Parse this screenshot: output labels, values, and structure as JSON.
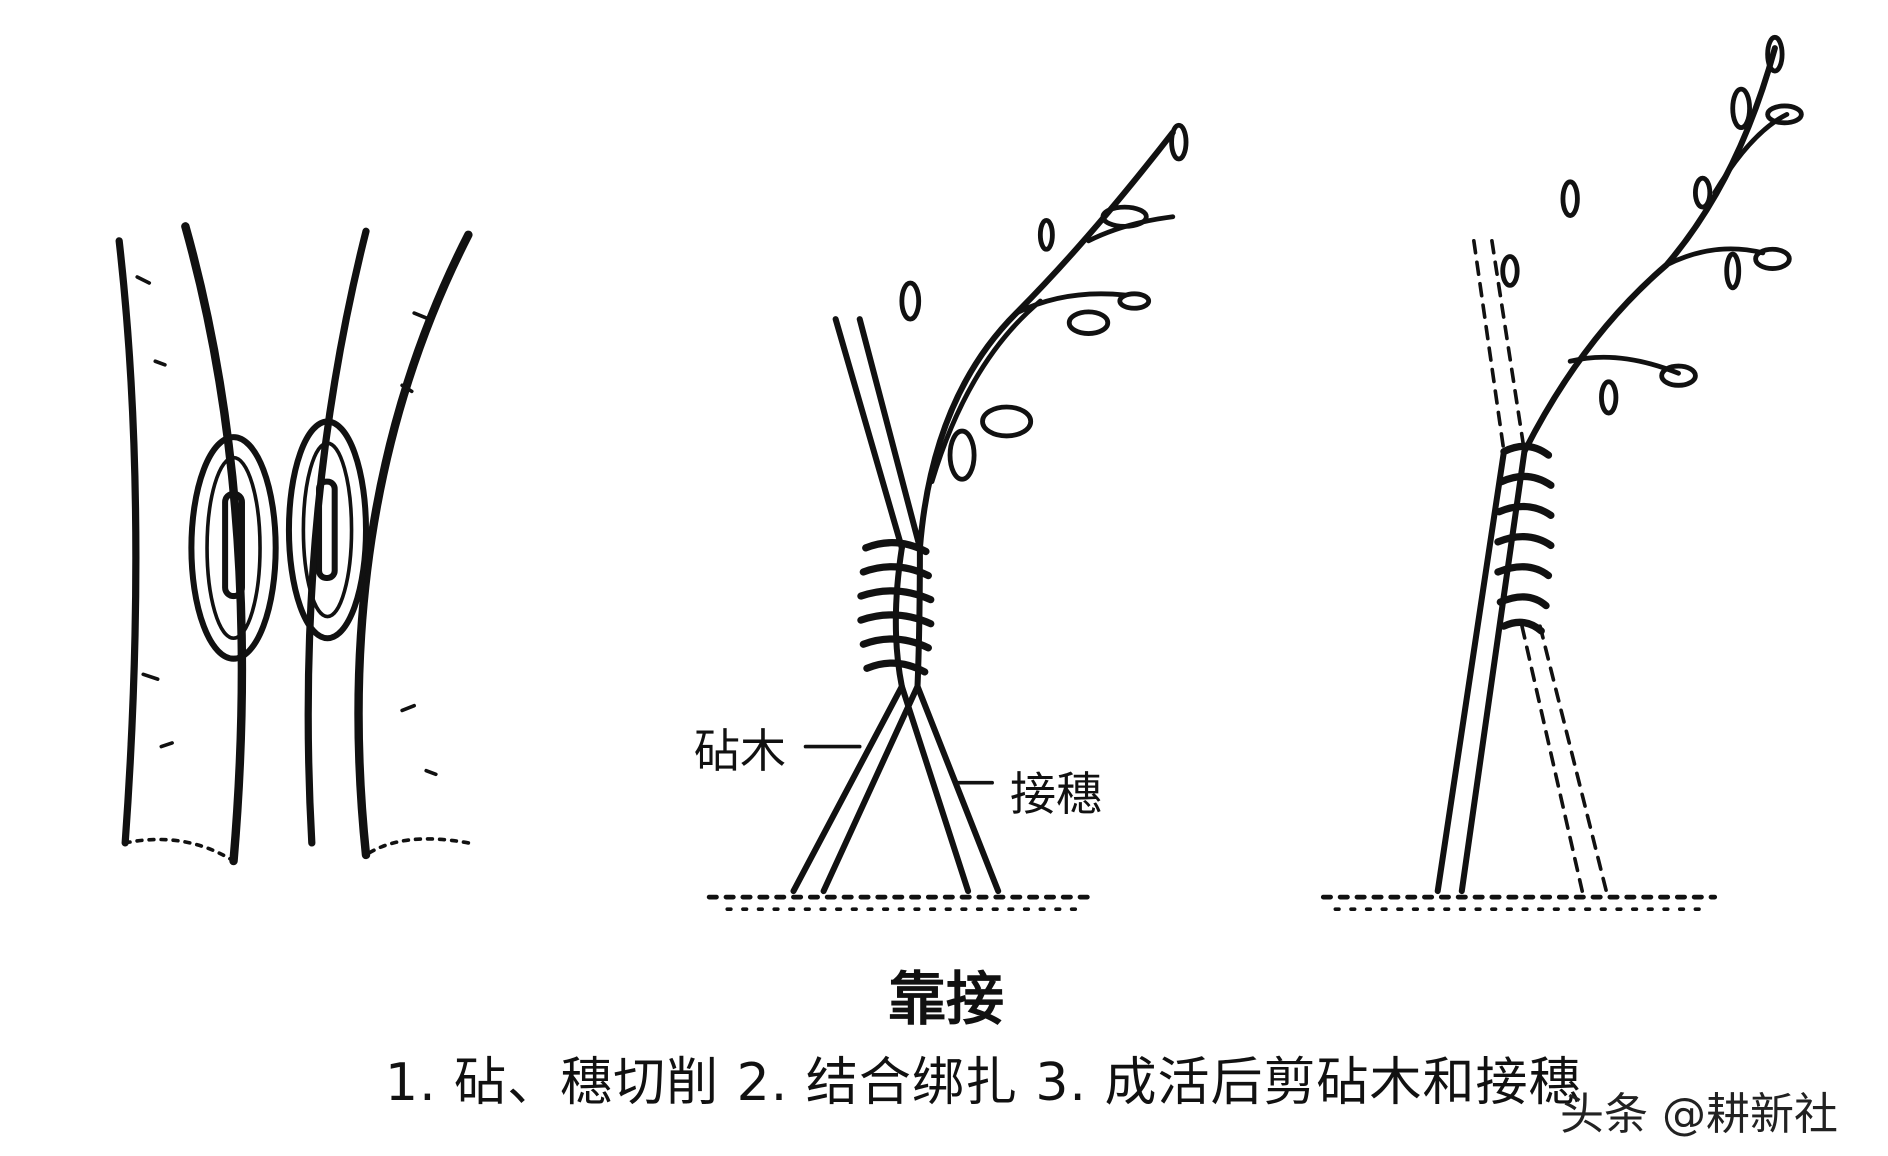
{
  "labels": {
    "rootstock": "砧木",
    "scion": "接穗"
  },
  "title": "靠接",
  "caption": "1. 砧、穗切削  2. 结合绑扎  3. 成活后剪砧木和接穗",
  "watermark": "头条 @耕新社"
}
